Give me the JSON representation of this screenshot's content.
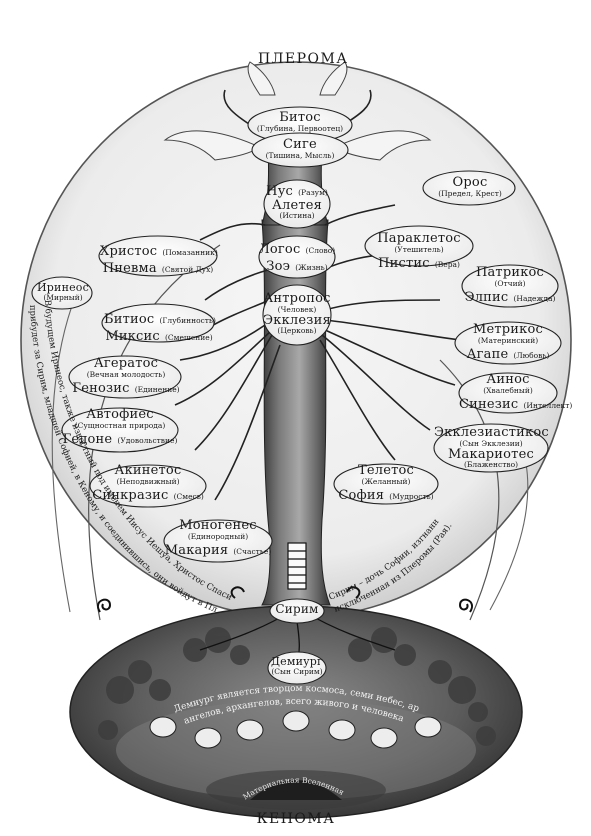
{
  "title_top": "ПЛЕРОМА",
  "title_bottom": "КЕНОМА",
  "nodes": {
    "bitos": {
      "name": "Битос",
      "sub": "(Глубина, Первоотец)"
    },
    "sige": {
      "name": "Сиге",
      "sub": "(Тишина, Мысль)"
    },
    "nus": {
      "name": "Нус",
      "sub": "(Разум)"
    },
    "aleteia": {
      "name": "Алетея",
      "sub": "(Истина)"
    },
    "logos": {
      "name": "Логос",
      "sub": "(Слово)"
    },
    "zoe": {
      "name": "Зоэ",
      "sub": "(Жизнь)"
    },
    "antropos": {
      "name": "Антропос",
      "sub": "(Человек)"
    },
    "ekklezia": {
      "name": "Экклезия",
      "sub": "(Церковь)"
    },
    "oros": {
      "name": "Орос",
      "sub": "(Предел, Крест)"
    },
    "christos": {
      "name": "Христос",
      "sub": "(Помазанник)"
    },
    "pnevma": {
      "name": "Пневма",
      "sub": "(Святой Дух)"
    },
    "irineos": {
      "name": "Иринеос",
      "sub": "(Мирный)"
    },
    "bitios": {
      "name": "Битиос",
      "sub": "(Глубинность)"
    },
    "miksis": {
      "name": "Миксис",
      "sub": "(Смешение)"
    },
    "ageratos": {
      "name": "Агератос",
      "sub": "(Вечная молодость)"
    },
    "genozis": {
      "name": "Генозис",
      "sub": "(Единение)"
    },
    "avtofies": {
      "name": "Автофиес",
      "sub": "(Сущностная природа)"
    },
    "gedone": {
      "name": "Гедоне",
      "sub": "(Удовольствие)"
    },
    "akinetos": {
      "name": "Акинетос",
      "sub": "(Неподвижный)"
    },
    "sinkrazis": {
      "name": "Синкразис",
      "sub": "(Смесь)"
    },
    "monogenes": {
      "name": "Моногенес",
      "sub": "(Единородный)"
    },
    "makaria": {
      "name": "Макария",
      "sub": "(Счастье)"
    },
    "parakletos": {
      "name": "Параклетос",
      "sub": "(Утешитель)"
    },
    "pistis": {
      "name": "Пистис",
      "sub": "(Вера)"
    },
    "patrikos": {
      "name": "Патрикос",
      "sub": "(Отчий)"
    },
    "elpis": {
      "name": "Элпис",
      "sub": "(Надежда)"
    },
    "metrikos": {
      "name": "Метрикос",
      "sub": "(Материнский)"
    },
    "agape": {
      "name": "Агапе",
      "sub": "(Любовь)"
    },
    "ainos": {
      "name": "Аинос",
      "sub": "(Хвалебный)"
    },
    "sinezis": {
      "name": "Синезис",
      "sub": "(Интеллект)"
    },
    "ekklesiastikos": {
      "name": "Экклезиастикос",
      "sub": "(Сын Экклезии)"
    },
    "makariotes": {
      "name": "Макариотес",
      "sub": "(Блаженство)"
    },
    "teletos": {
      "name": "Телетос",
      "sub": "(Желанный)"
    },
    "sofia": {
      "name": "София",
      "sub": "(Мудрость)"
    },
    "sirim": {
      "name": "Сирим"
    },
    "demiurg": {
      "name": "Демиург",
      "sub": "(Сын Сирим)"
    }
  },
  "curved_texts": {
    "left": "В будущем Иринеос, также известный под именем Иисус Иешуа, Христос Спаситель Ирииой",
    "left2": "прибудет за Сирим, младшей Софией, в Кеному, и соединившись, они войдут в Плерому.",
    "right": "Сирим – дочь Софии, изгнанная,",
    "right2": "исключенная из Плеромы (Рая).",
    "demiurge_text": "Демиург является творцом космоса, семи небес, архонтов,",
    "demiurge_text2": "ангелов, архангелов, всего живого и человека",
    "bottom_arch": "Материальная Вселенная"
  }
}
